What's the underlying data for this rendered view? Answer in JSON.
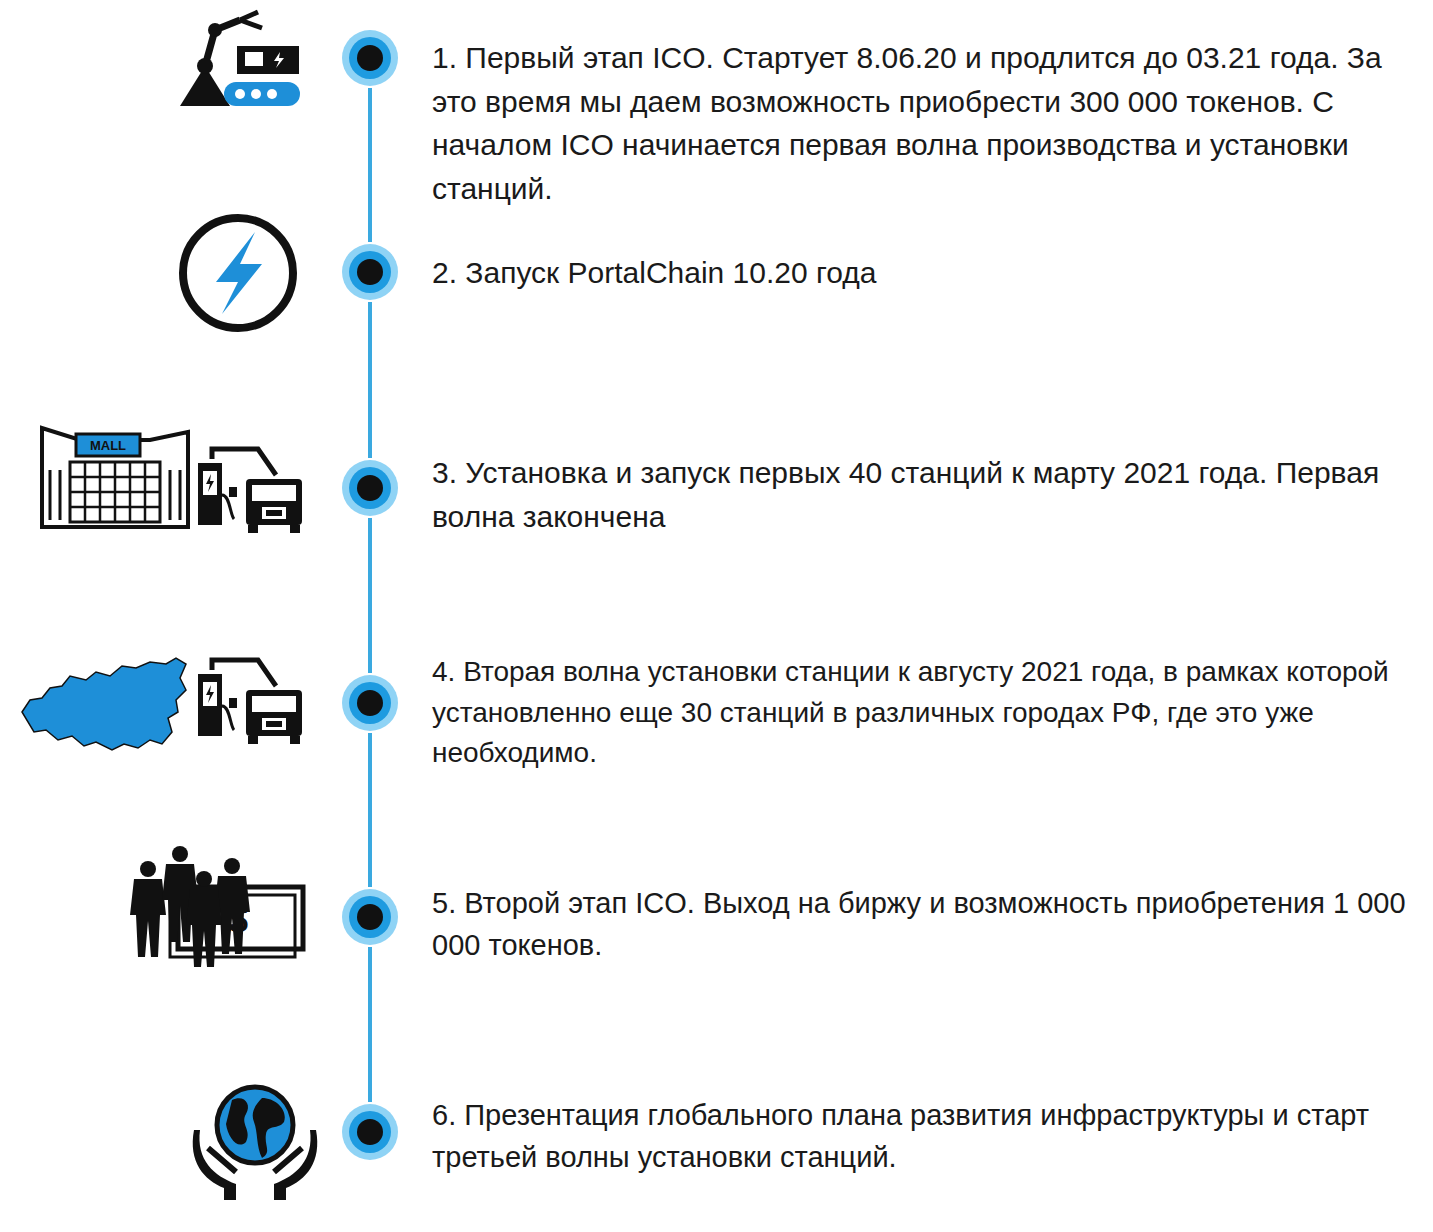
{
  "diagram": {
    "nodes": [
      {
        "text": [
          "1. Первый этап ICO. Стартует 8.06.20 и продлится до 03.21 года. За это время мы даем возможность приобрести 300 000 токенов. С началом ICO начинается первая волна производства и установки станций."
        ]
      },
      {
        "text": [
          "2. Запуск PortalChain 10.20 года"
        ]
      },
      {
        "text": [
          "3. Установка и запуск первых 40 станций к марту 2021 года. Первая волна закончена"
        ]
      },
      {
        "text": [
          "4. Вторая волна установки станции к августу 2021 года, в рамках которой установленно еще 30 станций в различных городах РФ, где это уже необходимо."
        ]
      },
      {
        "text": [
          "5. Второй этап ICO. Выход на биржу и возможность приобретения 1 000 000 токенов."
        ]
      },
      {
        "text": [
          "6. Презентация глобального плана развития инфраструктуры и старт третьей волны установки станций."
        ]
      }
    ],
    "edges": [
      {
        "from": 0,
        "to": 1,
        "arrow": "none"
      },
      {
        "from": 1,
        "to": 2,
        "arrow": "none"
      },
      {
        "from": 2,
        "to": 3,
        "arrow": "none"
      },
      {
        "from": 3,
        "to": 4,
        "arrow": "none"
      },
      {
        "from": 4,
        "to": 5,
        "arrow": "none"
      }
    ],
    "labels": [
      "MALL",
      "$"
    ]
  }
}
